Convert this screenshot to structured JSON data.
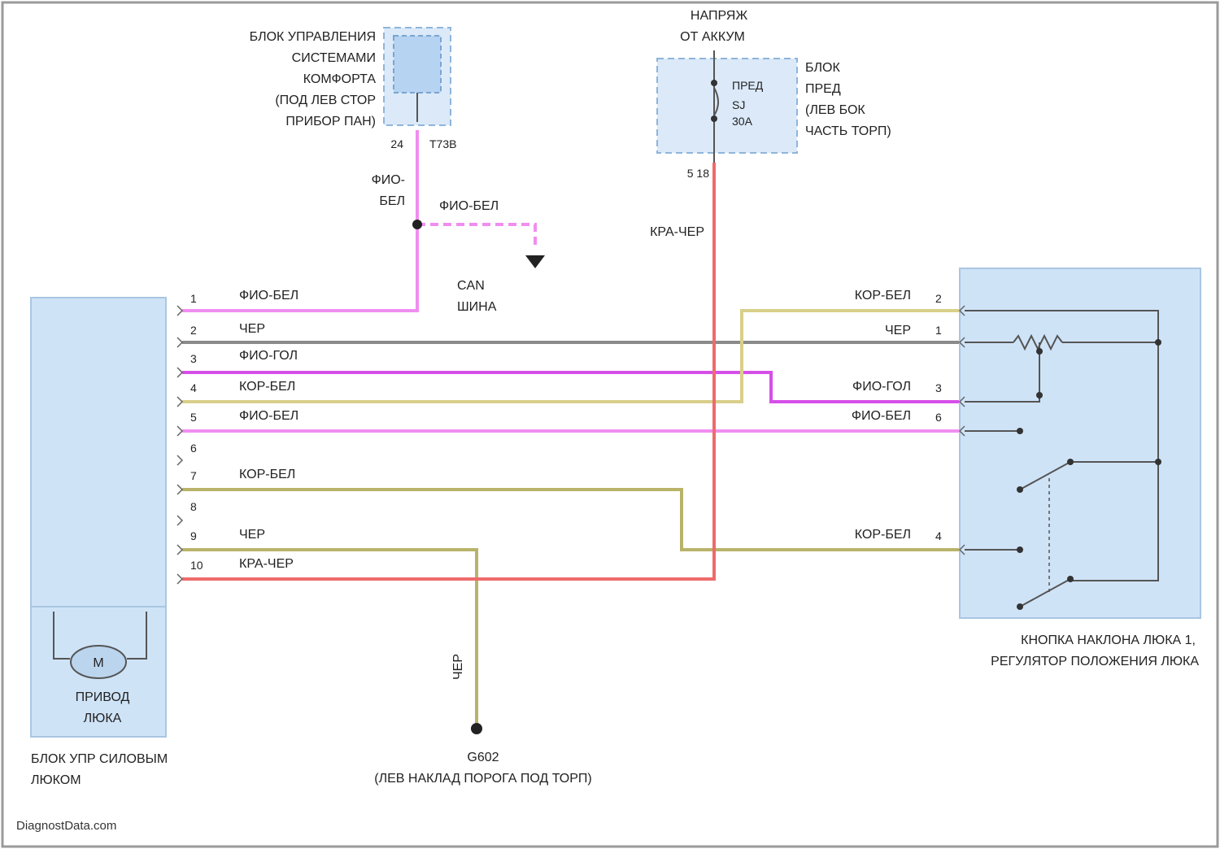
{
  "blocks": {
    "comfort_unit": {
      "label": [
        "БЛОК УПРАВЛЕНИЯ",
        "СИСТЕМАМИ",
        "КОМФОРТА",
        "(ПОД ЛЕВ СТОР",
        "ПРИБОР ПАН)"
      ],
      "pin_left": "24",
      "connector": "T73B"
    },
    "battery": {
      "label": [
        "НАПРЯЖ",
        "ОТ АККУМ"
      ]
    },
    "fuse_block": {
      "label": [
        "БЛОК",
        "ПРЕД",
        "(ЛЕВ БОК",
        "ЧАСТЬ ТОРП)"
      ],
      "fuse_label": [
        "ПРЕД",
        "SJ",
        "30A"
      ],
      "connector": "5 18"
    },
    "sunroof_unit": {
      "label": [
        "БЛОК УПР СИЛОВЫМ",
        "ЛЮКОМ"
      ],
      "motor_label": [
        "ПРИВОД",
        "ЛЮКА"
      ],
      "motor_symbol": "M"
    },
    "switch_unit": {
      "label": [
        "КНОПКА НАКЛОНА ЛЮКА 1,",
        "РЕГУЛЯТОР ПОЛОЖЕНИЯ ЛЮКА"
      ]
    },
    "ground": {
      "id": "G602",
      "label": "(ЛЕВ НАКЛАД ПОРОГА ПОД ТОРП)"
    }
  },
  "wires": {
    "comfort_vert": [
      "ФИО-",
      "БЕЛ"
    ],
    "can_branch": "ФИО-БЕЛ",
    "can_label": [
      "CAN",
      "ШИНА"
    ],
    "fuse_wire": "КРА-ЧЕР",
    "ground_wire": "ЧЕР"
  },
  "left_pins": [
    {
      "num": "1",
      "wire": "ФИО-БЕЛ"
    },
    {
      "num": "2",
      "wire": "ЧЕР"
    },
    {
      "num": "3",
      "wire": "ФИО-ГОЛ"
    },
    {
      "num": "4",
      "wire": "КОР-БЕЛ"
    },
    {
      "num": "5",
      "wire": "ФИО-БЕЛ"
    },
    {
      "num": "6",
      "wire": ""
    },
    {
      "num": "7",
      "wire": "КОР-БЕЛ"
    },
    {
      "num": "8",
      "wire": ""
    },
    {
      "num": "9",
      "wire": "ЧЕР"
    },
    {
      "num": "10",
      "wire": "КРА-ЧЕР"
    }
  ],
  "right_pins": [
    {
      "num": "2",
      "wire": "КОР-БЕЛ"
    },
    {
      "num": "1",
      "wire": "ЧЕР"
    },
    {
      "num": "3",
      "wire": "ФИО-ГОЛ"
    },
    {
      "num": "6",
      "wire": "ФИО-БЕЛ"
    },
    {
      "num": "4",
      "wire": "КОР-БЕЛ"
    }
  ],
  "colors": {
    "violet_white": "#f08ef0",
    "violet_blue": "#d64fe8",
    "black": "#8a8a8a",
    "brown_white": "#d8cf8a",
    "brown_white_dark": "#b9b36a",
    "red_black": "#ee6b6b",
    "block_fill": "#cfe3f7",
    "block_stroke": "#a9c6e2"
  },
  "watermark": "DiagnostData.com"
}
